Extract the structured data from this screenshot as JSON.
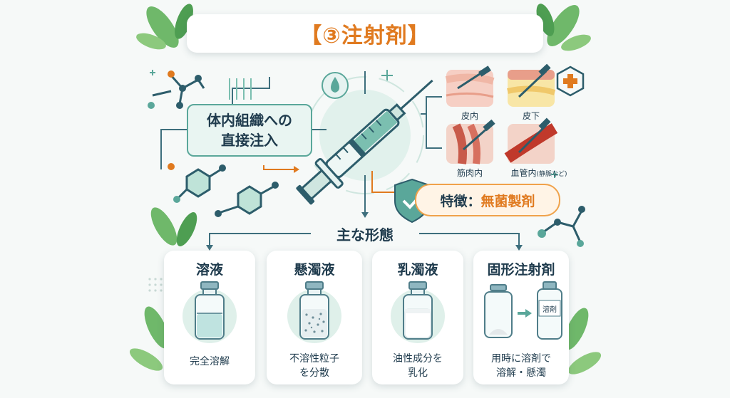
{
  "title": "【③注射剤】",
  "concept": {
    "line1": "体内組織への",
    "line2": "直接注入"
  },
  "routes": {
    "subcutaneous_top": "皮内",
    "subcutaneous": "皮下",
    "intramuscular": "筋肉内",
    "intravenous_main": "血管内",
    "intravenous_note": "(静脈など)"
  },
  "feature": {
    "label": "特徴：",
    "value": "無菌製剤"
  },
  "forms_heading": "主な形態",
  "forms": [
    {
      "title": "溶液",
      "caption_line1": "完全溶解",
      "caption_line2": ""
    },
    {
      "title": "懸濁液",
      "caption_line1": "不溶性粒子",
      "caption_line2": "を分散"
    },
    {
      "title": "乳濁液",
      "caption_line1": "油性成分を",
      "caption_line2": "乳化"
    },
    {
      "title": "固形注射剤",
      "caption_line1": "用時に溶剤で",
      "caption_line2": "溶解・懸濁",
      "solvent_label": "溶剤"
    }
  ],
  "colors": {
    "accent_orange": "#e07a1f",
    "teal": "#5aa79a",
    "navy": "#1f3b4d",
    "leaf_green": "#5fae5a"
  }
}
